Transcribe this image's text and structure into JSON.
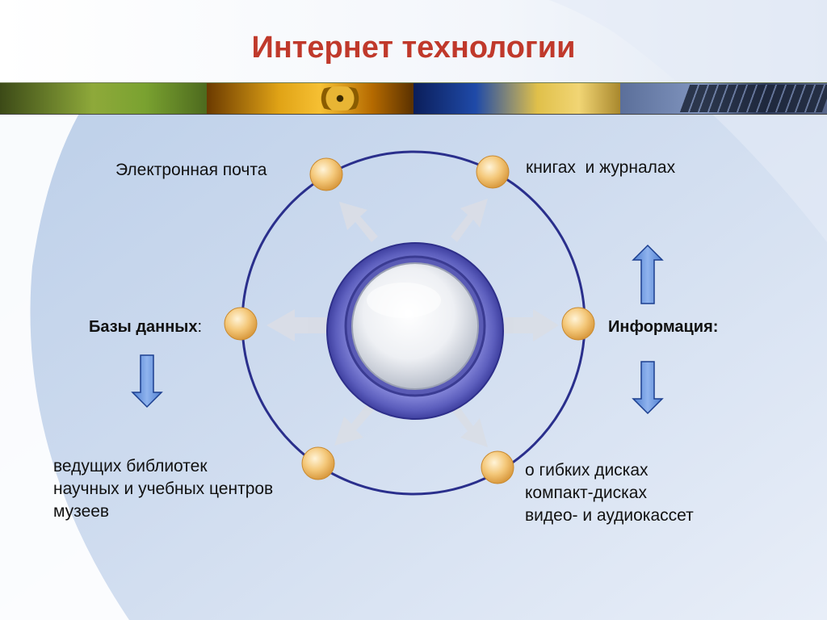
{
  "slide": {
    "title": "Интернет технологии",
    "colors": {
      "title": "#c0392b",
      "ring": "#2a2f8c",
      "node": "#f2c06b",
      "center_ring": "#6e70c8",
      "arrows": "#6a93d6"
    }
  },
  "photo_strip": {
    "photos": [
      "laptop-photo",
      "hard-disk-photo",
      "pens-photo",
      "keyboard-photo"
    ]
  },
  "diagram": {
    "nodes": {
      "email": "Электронная почта",
      "books": "книгах  и журналах",
      "databases": "Базы данных",
      "databases_colon": ":",
      "information": "Информация:"
    },
    "libraries": {
      "line1": "ведущих библиотек",
      "line2": "научных и учебных центров",
      "line3": "музеев"
    },
    "media": {
      "line1": "о гибких дисках",
      "line2": "компакт-дисках",
      "line3": "видео- и аудиокассет"
    }
  }
}
